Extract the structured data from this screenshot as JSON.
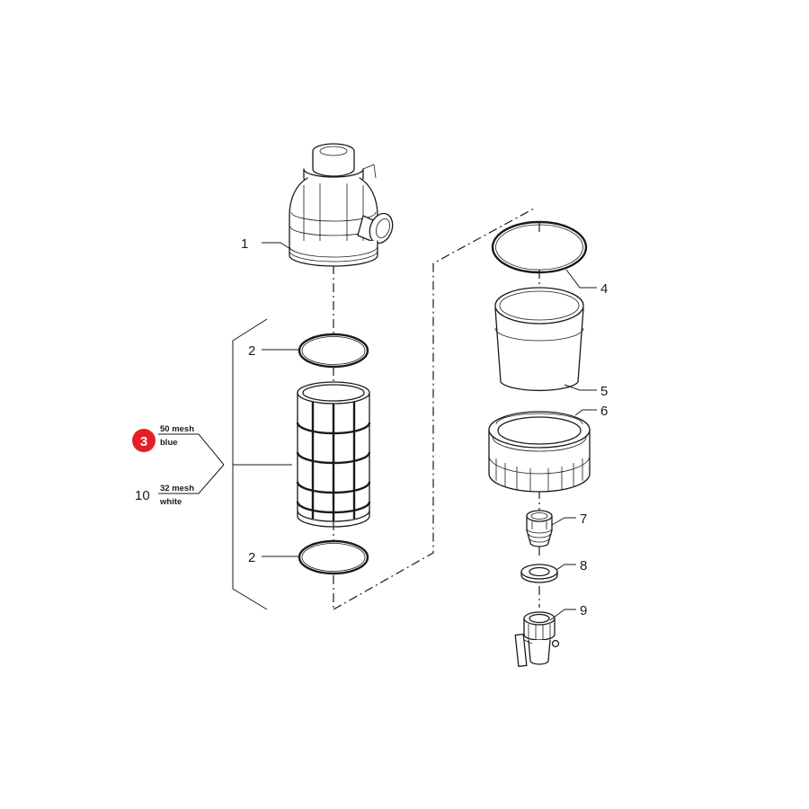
{
  "parts": {
    "p1": "1",
    "p2a": "2",
    "p2b": "2",
    "p3": "3",
    "p4": "4",
    "p5": "5",
    "p6": "6",
    "p7": "7",
    "p8": "8",
    "p9": "9",
    "p10": "10"
  },
  "notes": {
    "mesh50": "50 mesh",
    "blue": "blue",
    "mesh32": "32 mesh",
    "white": "white"
  },
  "colors": {
    "badge": "#e32026",
    "line": "#1a1a1a"
  }
}
